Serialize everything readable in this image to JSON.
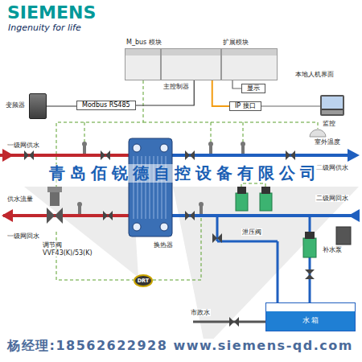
{
  "diagram": {
    "nodes": [
      {
        "text": [
          "M_bus 模块"
        ]
      },
      {
        "text": [
          "主控制器"
        ]
      },
      {
        "text": [
          "扩展模块"
        ]
      },
      {
        "text": [
          "变频器"
        ]
      },
      {
        "text": [
          "Modbus RS485"
        ]
      },
      {
        "text": [
          "显示"
        ]
      },
      {
        "text": [
          "IP 接口"
        ]
      },
      {
        "text": [
          "监控"
        ]
      },
      {
        "text": [
          "换热器"
        ]
      },
      {
        "text": [
          "DRT"
        ]
      },
      {
        "text": [
          "水 箱"
        ]
      }
    ],
    "edges": [
      {
        "from": 3,
        "to": 4,
        "arrow": "none"
      },
      {
        "from": 4,
        "to": 1,
        "arrow": "none"
      },
      {
        "from": 2,
        "to": 5,
        "arrow": "none"
      },
      {
        "from": 1,
        "to": 6,
        "arrow": "none"
      },
      {
        "from": 6,
        "to": 7,
        "arrow": "none"
      }
    ],
    "labels": [
      "SIEMENS",
      "Ingenuity for life",
      "本地人机界面",
      "室外温度",
      "一级网供水",
      "二级网供水",
      "供水流量",
      "二级网回水",
      "一级网回水",
      "调节阀",
      "VVF43(K)/53(K)",
      "泄压阀",
      "补水泵",
      "市政水",
      "青岛佰锐德自控设备有限公司",
      "杨经理:18562622928 www.siemens-qd.com"
    ]
  }
}
